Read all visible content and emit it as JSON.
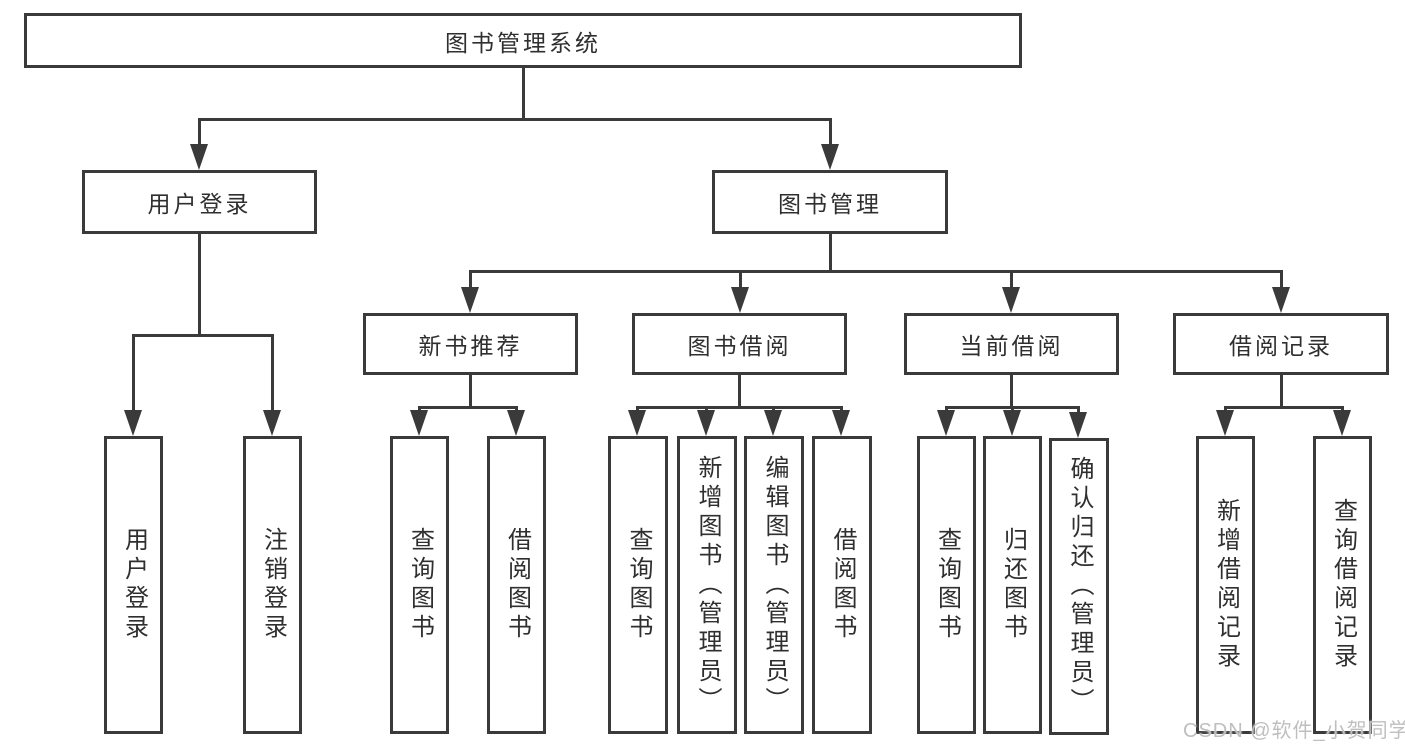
{
  "tree": {
    "root": "图书管理系统",
    "branches": {
      "user_login": "用户登录",
      "book_management": "图书管理"
    },
    "modules": {
      "new_book_recommend": "新书推荐",
      "book_borrowing": "图书借阅",
      "current_borrowing": "当前借阅",
      "borrowing_records": "借阅记录"
    },
    "leaves": {
      "login_user_login": "用户登录",
      "login_logout": "注销登录",
      "recommend_query_books": "查询图书",
      "recommend_borrow_books": "借阅图书",
      "borrowing_query_books": "查询图书",
      "borrowing_add_books": "新增图书（管理员）",
      "borrowing_edit_books": "编辑图书（管理员）",
      "borrowing_borrow_books": "借阅图书",
      "current_query_books": "查询图书",
      "current_return_books": "归还图书",
      "current_confirm_return": "确认归还（管理员）",
      "records_add_record": "新增借阅记录",
      "records_query_record": "查询借阅记录"
    }
  },
  "watermark": "CSDN @软件_小贺同学",
  "colors": {
    "line": "#3a3a3a",
    "text": "#2f2f2f",
    "watermark_text": "#bfbfbf",
    "background": "#ffffff"
  }
}
